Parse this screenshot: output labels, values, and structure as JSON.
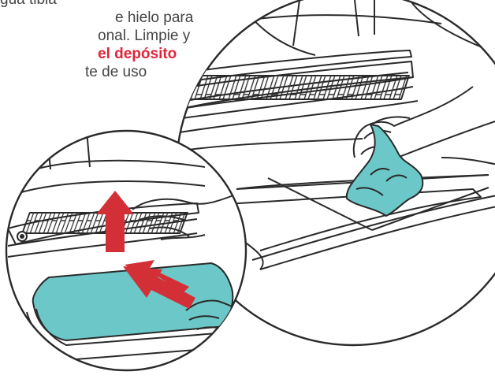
{
  "instructions": {
    "lines": [
      "gua tibia",
      "e hielo para",
      "onal. Limpie y",
      "el depósito",
      "te de uso"
    ],
    "highlight_line_index": 3
  },
  "colors": {
    "highlight_text": "#e0263a",
    "body_text": "#444446",
    "cloth_and_tray": "#6cc8c8",
    "arrow": "#d32f37",
    "line_art": "#2a2a2a"
  },
  "icons": {
    "up_arrow": "arrow-up-icon",
    "insert_arrow": "arrow-diagonal-icon"
  }
}
